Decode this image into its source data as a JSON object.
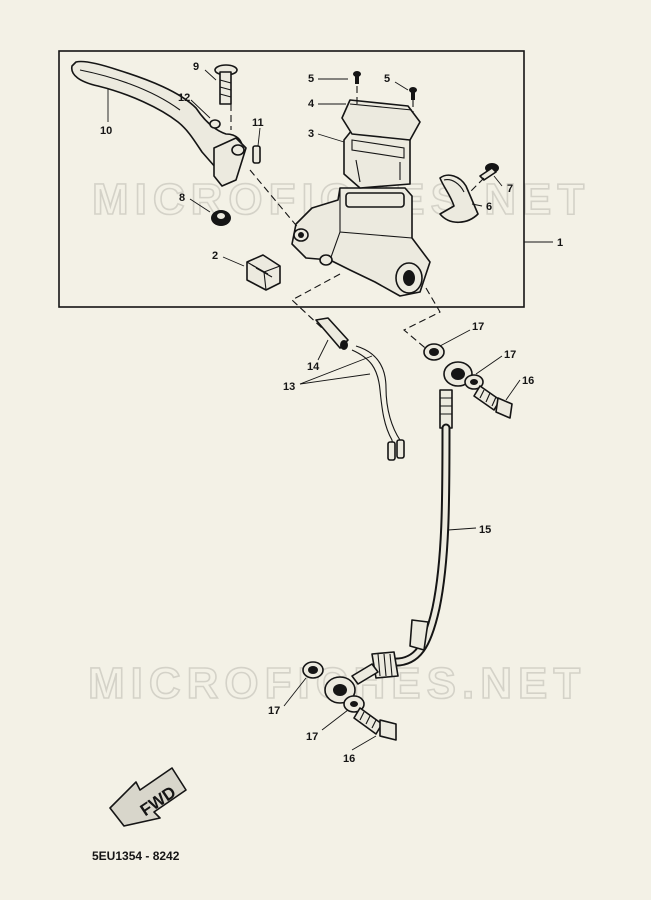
{
  "watermarks": [
    "MICROFICHES.NET",
    "MICROFICHES.NET"
  ],
  "callouts": {
    "c1": "1",
    "c2": "2",
    "c3": "3",
    "c4": "4",
    "c5a": "5",
    "c5b": "5",
    "c6": "6",
    "c7": "7",
    "c8": "8",
    "c9": "9",
    "c10": "10",
    "c11": "11",
    "c12": "12",
    "c13": "13",
    "c14": "14",
    "c15": "15",
    "c16a": "16",
    "c16b": "16",
    "c17a": "17",
    "c17b": "17",
    "c17c": "17",
    "c17d": "17"
  },
  "direction_marker": "FWD",
  "figure_code": "5EU1354 - 8242"
}
